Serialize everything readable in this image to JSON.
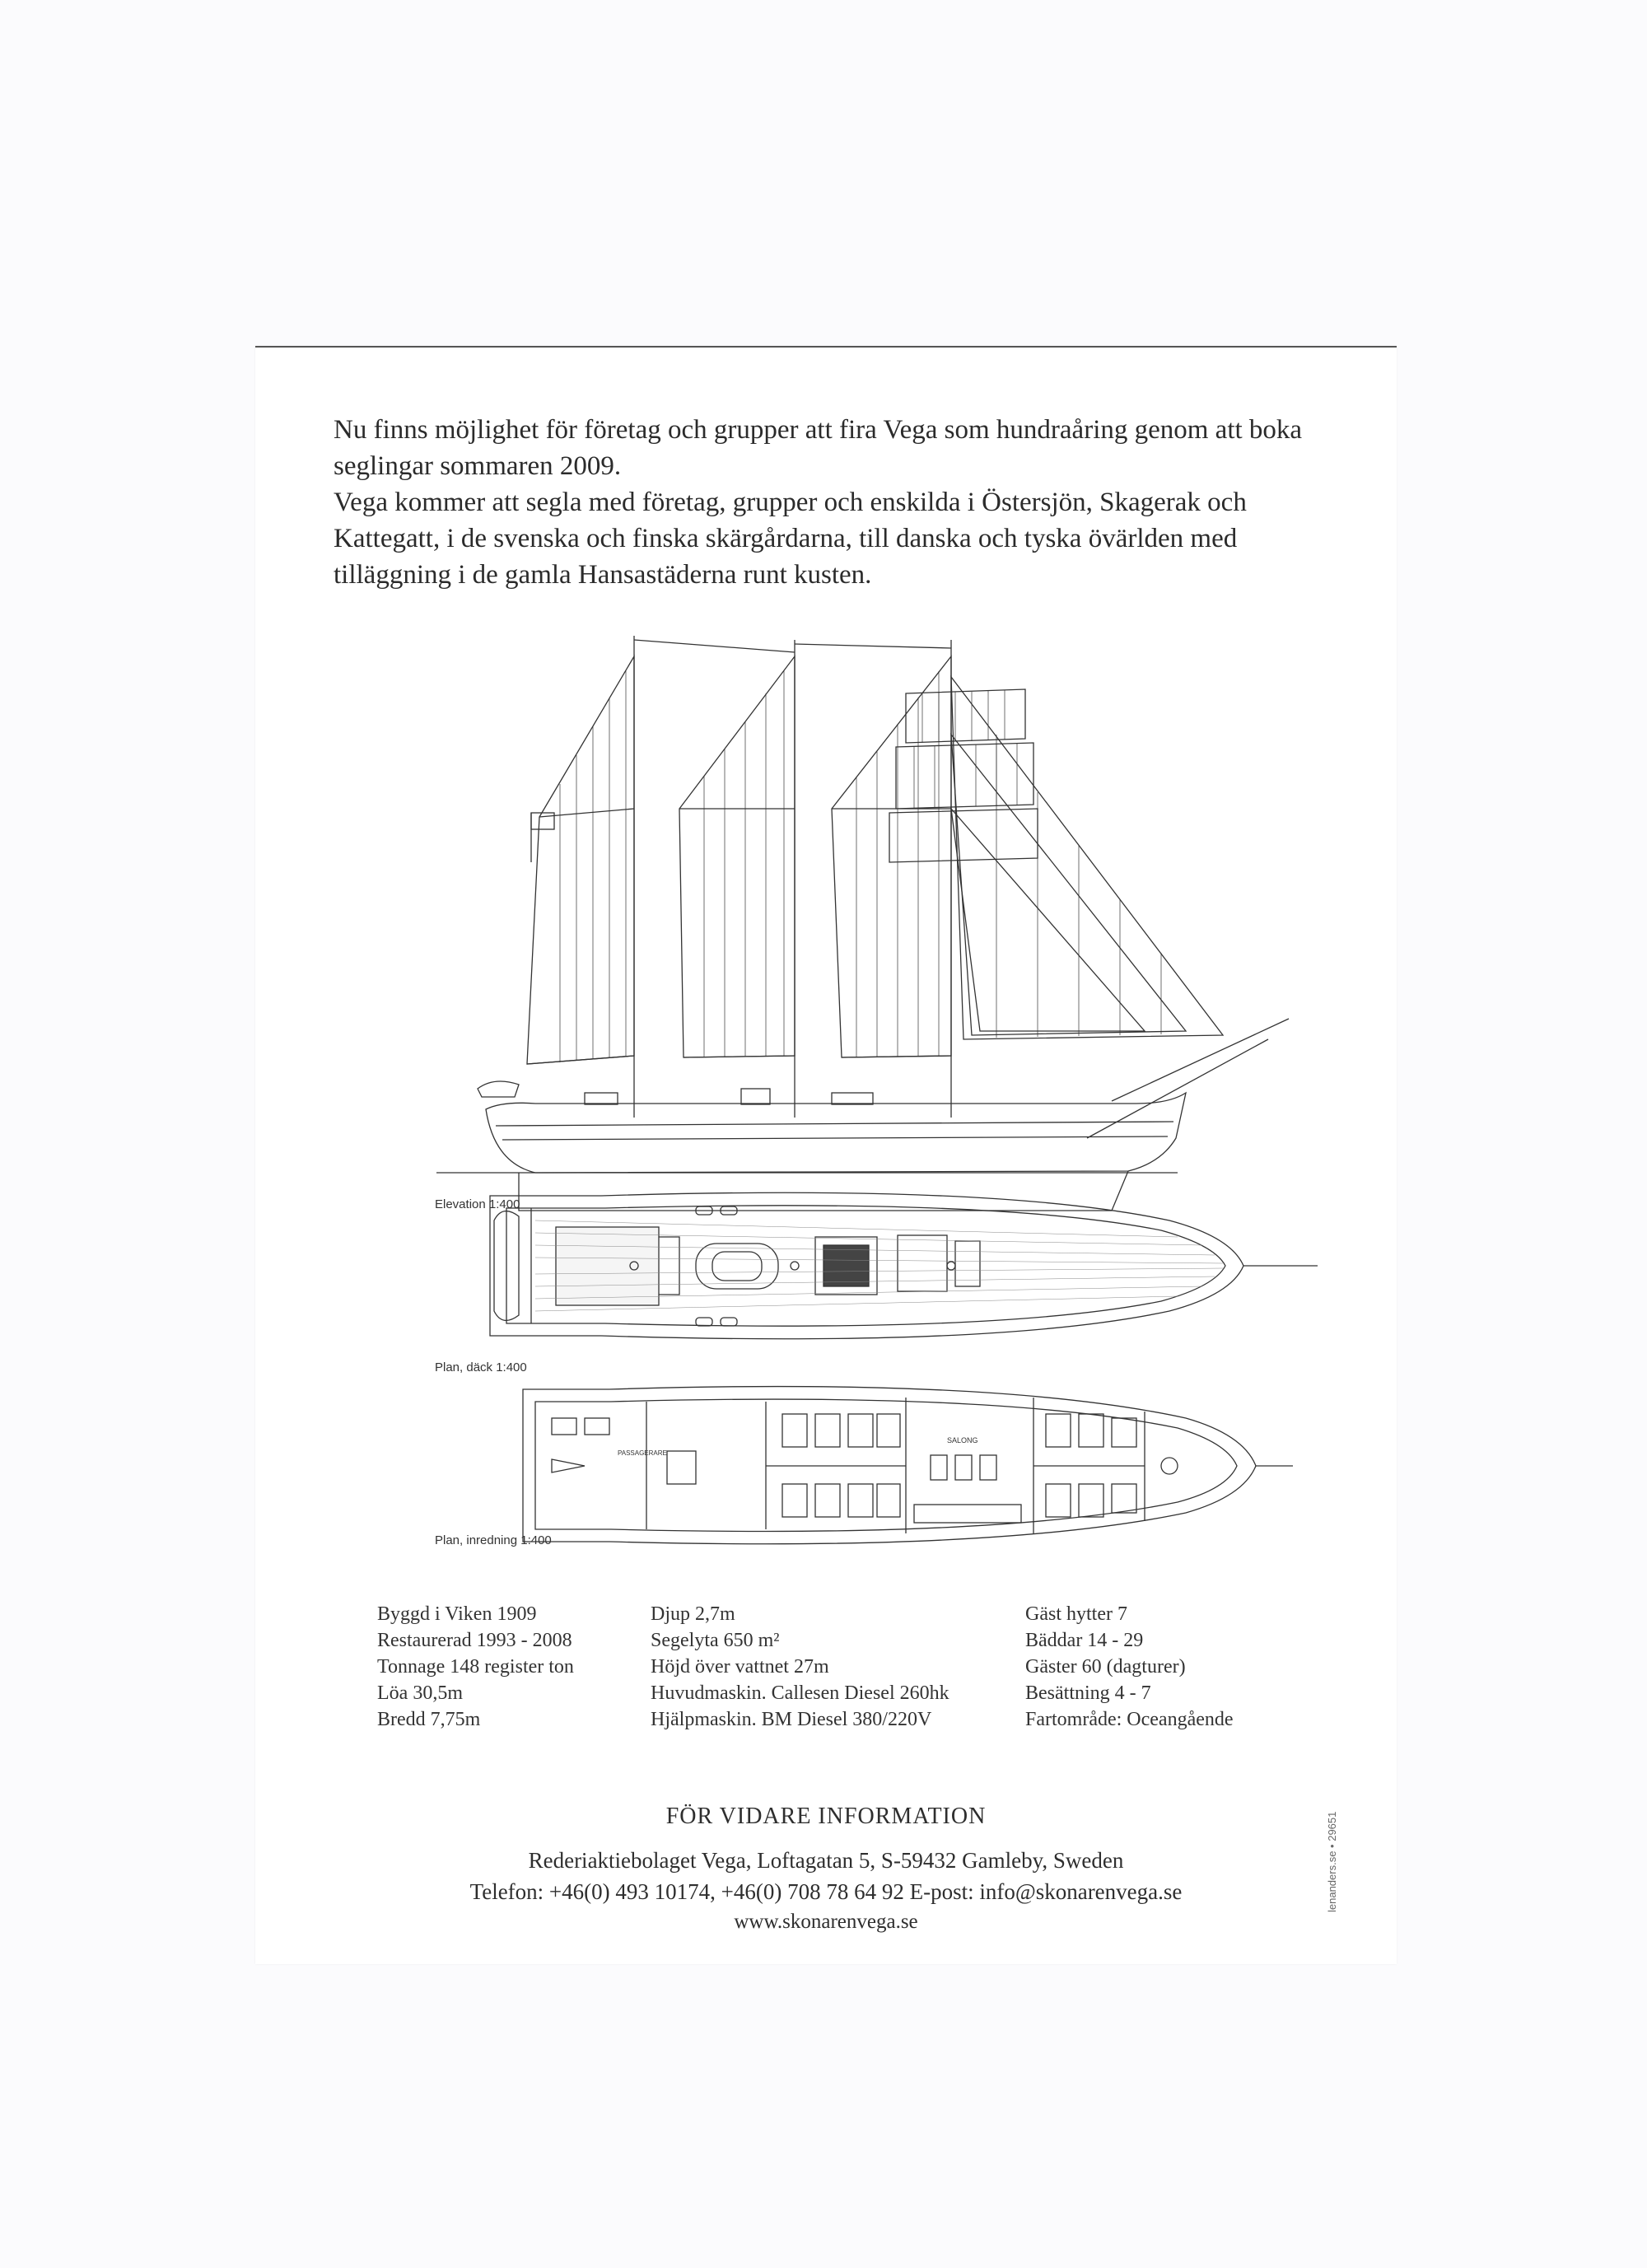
{
  "intro": {
    "paragraph_1": "Nu finns möjlighet för företag och grupper att fira Vega som hundraåring genom att boka seglingar sommaren 2009.",
    "paragraph_2": "Vega kommer att segla med företag, grupper och enskilda i Östersjön, Skagerak och Kattegatt, i de svenska och finska skärgårdarna, till danska och tyska övärlden med tilläggning i de gamla Hansastäderna runt kusten."
  },
  "drawings": {
    "elevation_caption": "Elevation 1:400",
    "deck_plan_caption": "Plan, däck 1:400",
    "interior_plan_caption": "Plan, inredning 1:400",
    "interior_labels": [
      "SALONG",
      "PASSAGERARE"
    ]
  },
  "specs": {
    "column_1": [
      "Byggd i Viken 1909",
      "Restaurerad 1993 - 2008",
      "Tonnage 148 register ton",
      "Löa 30,5m",
      "Bredd 7,75m"
    ],
    "column_2": [
      "Djup 2,7m",
      "Segelyta 650 m²",
      "Höjd över vattnet 27m",
      "Huvudmaskin. Callesen Diesel 260hk",
      "Hjälpmaskin. BM Diesel 380/220V"
    ],
    "column_3": [
      "Gäst hytter 7",
      "Bäddar 14 - 29",
      "Gäster 60 (dagturer)",
      "Besättning 4 - 7",
      "Fartområde: Oceangående"
    ]
  },
  "contact": {
    "heading": "FÖR VIDARE INFORMATION",
    "address": "Rederiaktiebolaget Vega, Loftagatan 5, S-59432 Gamleby, Sweden",
    "phone_email": "Telefon: +46(0) 493 10174, +46(0) 708 78 64 92  E-post: info@skonarenvega.se",
    "website": "www.skonarenvega.se"
  },
  "print_mark": "lenanders.se • 29651"
}
